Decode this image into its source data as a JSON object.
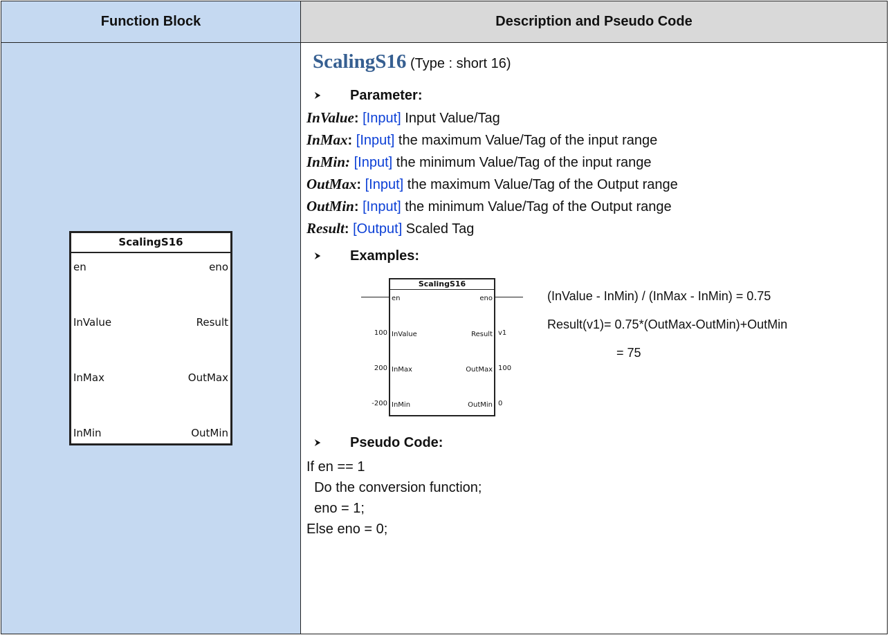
{
  "header": {
    "col1": "Function Block",
    "col2": "Description and Pseudo Code"
  },
  "block": {
    "name": "ScalingS16",
    "left_pins": [
      "en",
      "InValue",
      "InMax",
      "InMin"
    ],
    "right_pins": [
      "eno",
      "Result",
      "OutMax",
      "OutMin"
    ]
  },
  "title": {
    "name": "ScalingS16",
    "type": "(Type : short 16)"
  },
  "sections": {
    "parameter": "Parameter:",
    "examples": "Examples:",
    "pseudo": "Pseudo Code:"
  },
  "parameters": [
    {
      "name": "InValue",
      "sep": ":",
      "io": "[Input]",
      "desc": " Input Value/Tag"
    },
    {
      "name": "InMax",
      "sep": ":",
      "io": "[Input]",
      "desc": " the maximum Value/Tag of the input range"
    },
    {
      "name": "InMin:",
      "sep": "",
      "io": "[Input]",
      "desc": " the minimum Value/Tag of the input range"
    },
    {
      "name": "OutMax",
      "sep": ":",
      "io": "[Input]",
      "desc": " the maximum Value/Tag of the Output range"
    },
    {
      "name": "OutMin",
      "sep": ":",
      "io": "[Input]",
      "desc": " the minimum Value/Tag of the Output range"
    },
    {
      "name": "Result",
      "sep": ":",
      "io": "[Output]",
      "desc": " Scaled Tag"
    }
  ],
  "example": {
    "block_name": "ScalingS16",
    "left_pins": [
      "en",
      "InValue",
      "InMax",
      "InMin"
    ],
    "right_pins": [
      "eno",
      "Result",
      "OutMax",
      "OutMin"
    ],
    "inputs": [
      "",
      "100",
      "200",
      "-200"
    ],
    "outputs": [
      "",
      "v1",
      "100",
      "0"
    ],
    "formula": [
      "(InValue - InMin) / (InMax - InMin)    = 0.75",
      "Result(v1)= 0.75*(OutMax-OutMin)+OutMin",
      "= 75"
    ]
  },
  "pseudo_code": [
    "If en == 1",
    "  Do the conversion function;",
    "  eno = 1;",
    "Else eno = 0;"
  ]
}
